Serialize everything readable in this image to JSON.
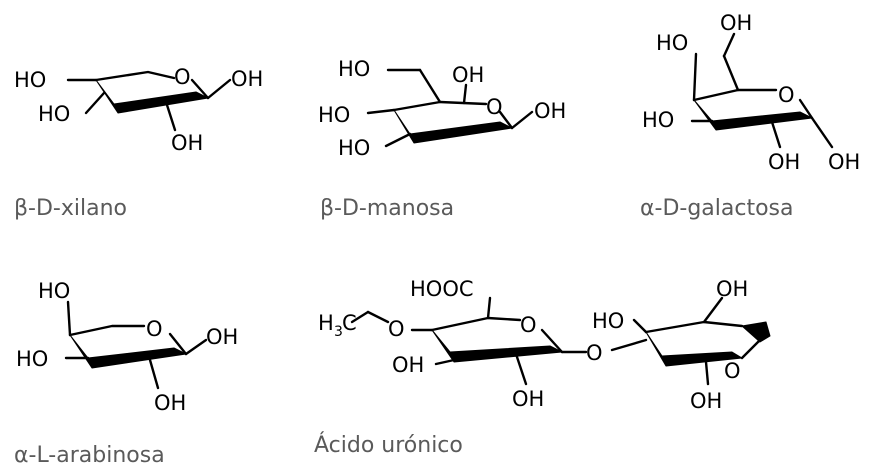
{
  "structures": [
    {
      "caption": "β-D-xilano",
      "atoms": {
        "ho_top": "HO",
        "ho_mid": "HO",
        "ring_o": "O",
        "oh_right": "OH",
        "oh_bottom": "OH"
      }
    },
    {
      "caption": "β-D-manosa",
      "atoms": {
        "ho_ch2": "HO",
        "oh_top": "OH",
        "ho_mid": "HO",
        "ring_o": "O",
        "oh_right": "OH",
        "ho_bottom": "HO"
      }
    },
    {
      "caption": "α-D-galactosa",
      "atoms": {
        "oh_top": "OH",
        "ho_top": "HO",
        "ring_o": "O",
        "ho_mid": "HO",
        "oh_bottom1": "OH",
        "oh_bottom2": "OH"
      }
    },
    {
      "caption": "α-L-arabinosa",
      "atoms": {
        "ho_top": "HO",
        "ho_mid": "HO",
        "ring_o": "O",
        "oh_right": "OH",
        "oh_bottom": "OH"
      }
    },
    {
      "caption": "Ácido urónico",
      "atoms": {
        "methyl_h": "H",
        "methyl_sub": "3",
        "methyl_c": "C",
        "ether_o": "O",
        "cooh": "HOOC",
        "ring_o1": "O",
        "oh_left": "OH",
        "oh_bottom": "OH",
        "link_o": "O",
        "ho_right": "HO",
        "oh_top_right": "OH",
        "ring_o2": "O",
        "oh_bottom_right": "OH"
      }
    }
  ]
}
